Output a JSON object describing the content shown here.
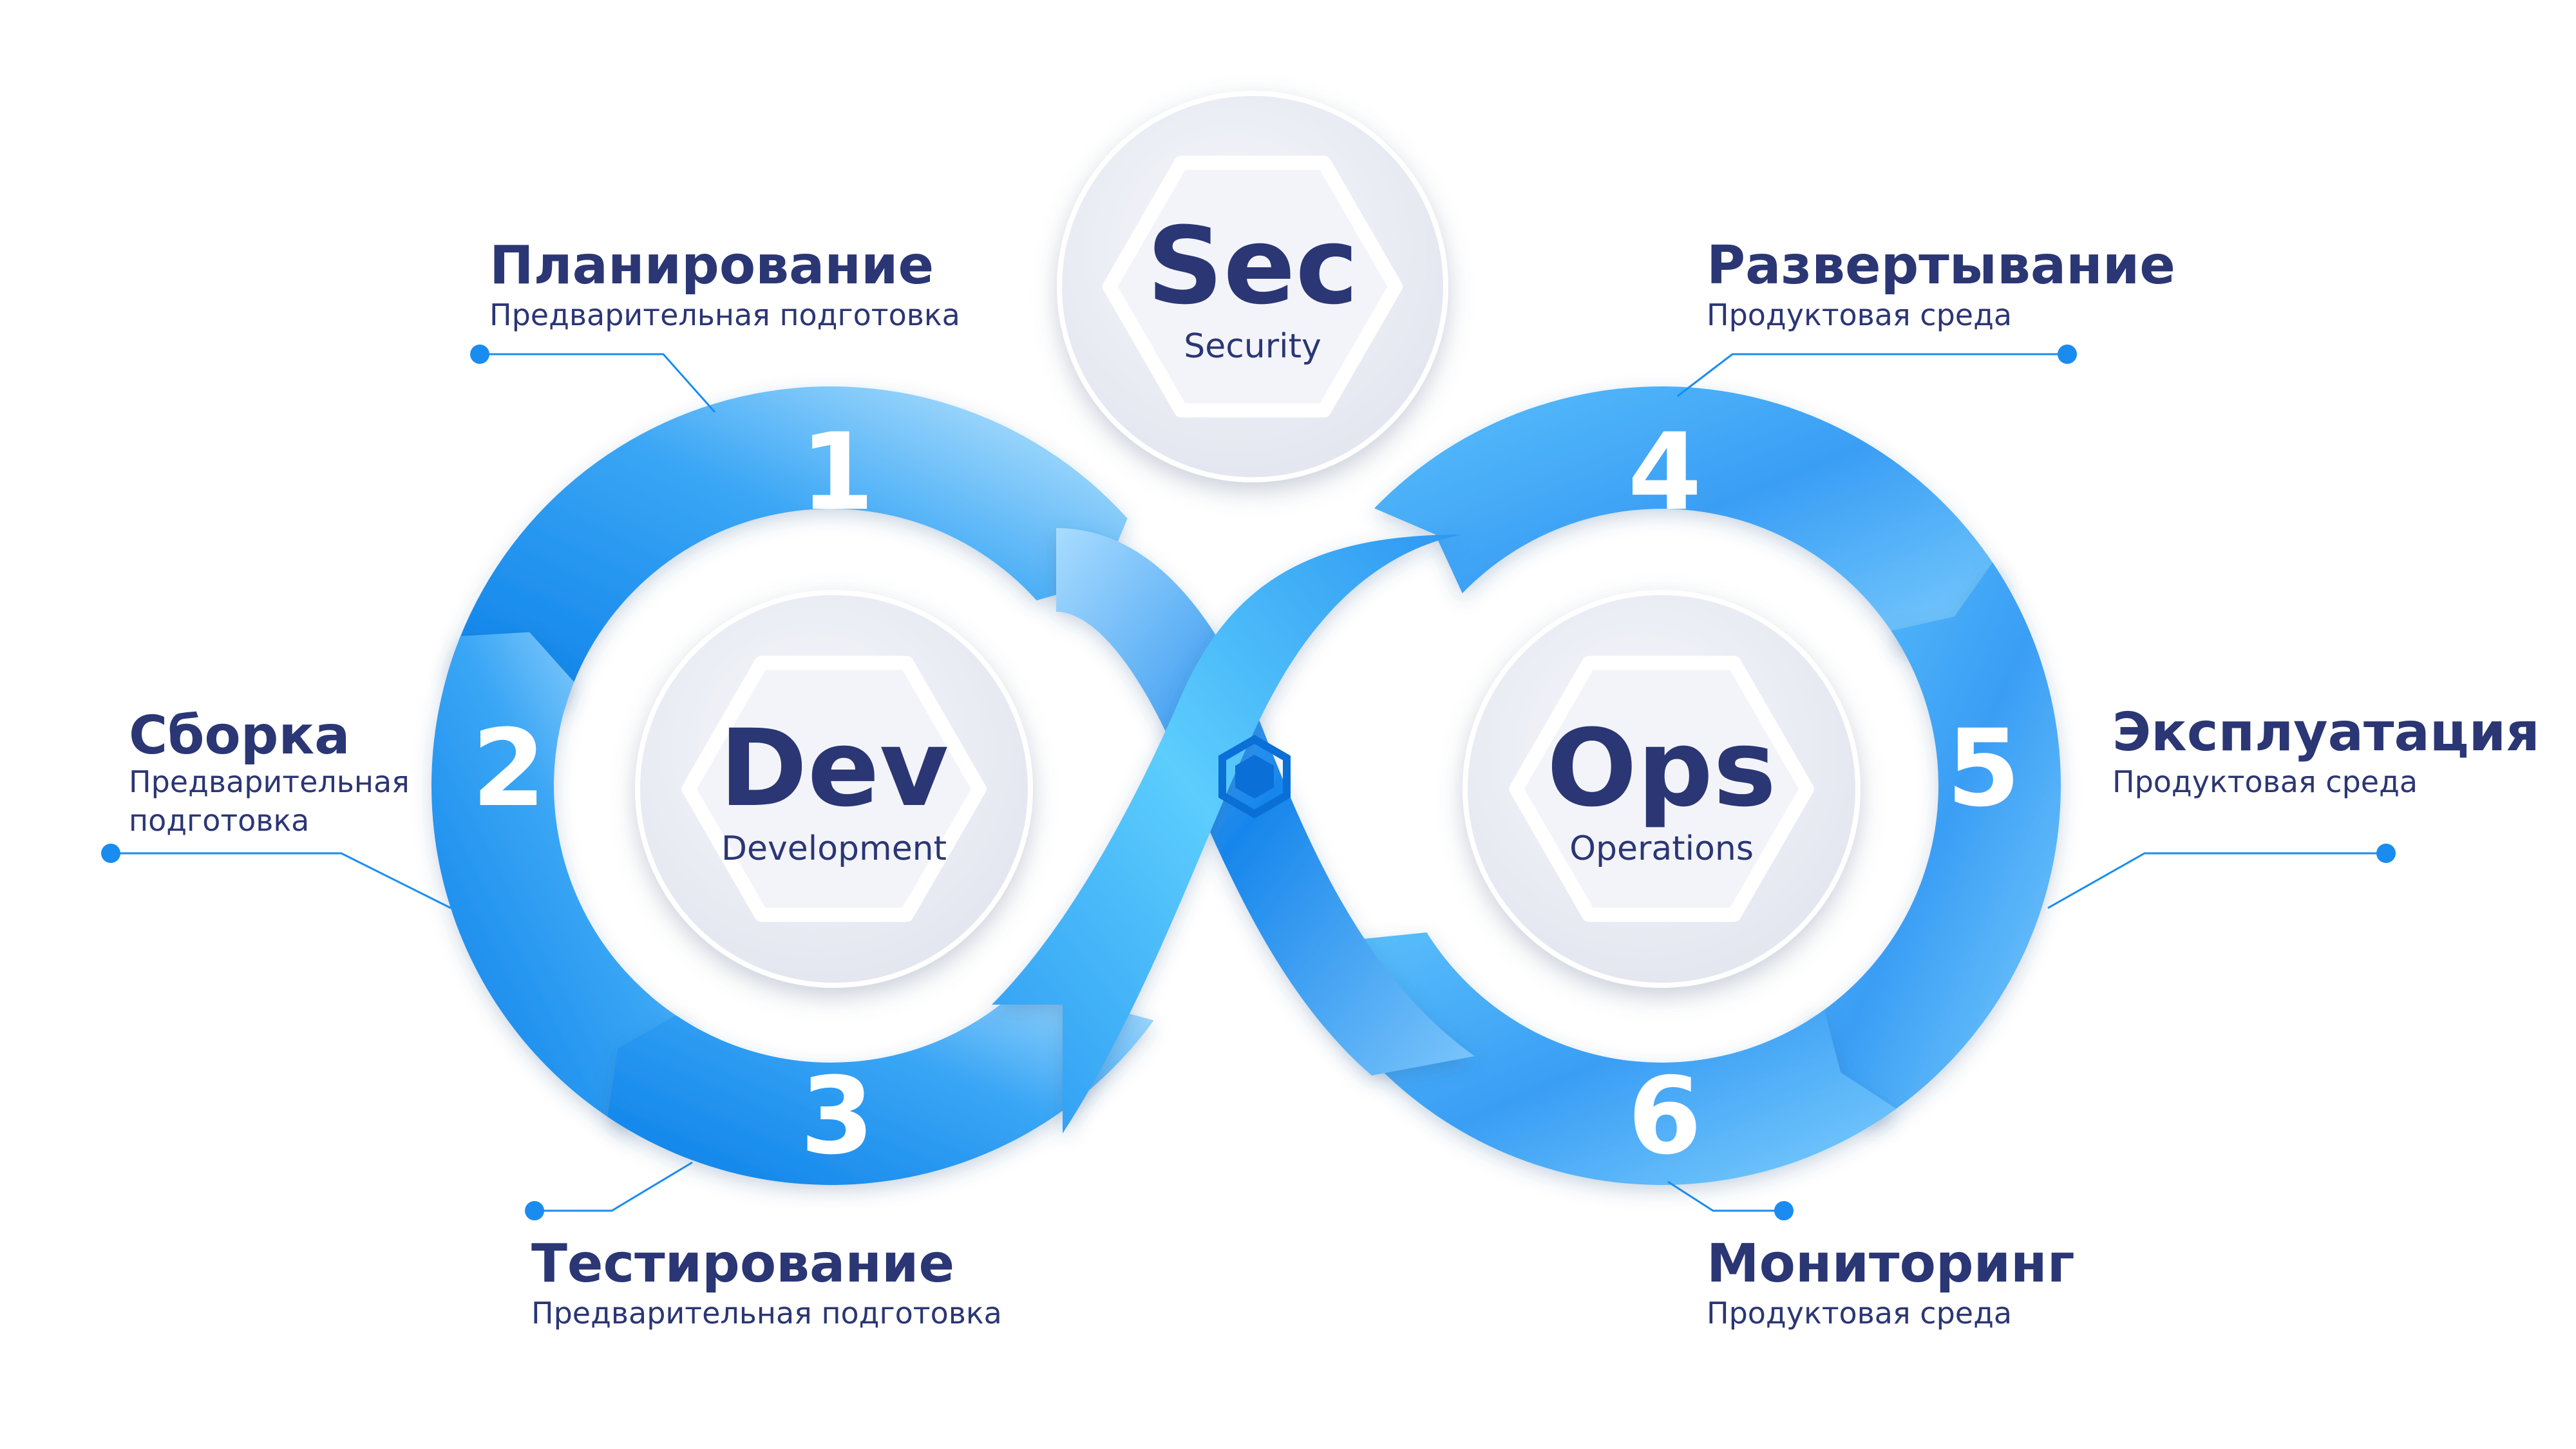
{
  "hubs": {
    "sec": {
      "title": "Sec",
      "subtitle": "Security"
    },
    "dev": {
      "title": "Dev",
      "subtitle": "Development"
    },
    "ops": {
      "title": "Ops",
      "subtitle": "Operations"
    }
  },
  "stages": [
    {
      "number": "1",
      "title": "Планирование",
      "subtitle": "Предварительная подготовка"
    },
    {
      "number": "2",
      "title": "Сборка",
      "subtitle_line1": "Предварительная",
      "subtitle_line2": "подготовка"
    },
    {
      "number": "3",
      "title": "Тестирование",
      "subtitle": "Предварительная подготовка"
    },
    {
      "number": "4",
      "title": "Развертывание",
      "subtitle": "Продуктовая среда"
    },
    {
      "number": "5",
      "title": "Эксплуатация",
      "subtitle": "Продуктовая среда"
    },
    {
      "number": "6",
      "title": "Мониторинг",
      "subtitle": "Продуктовая среда"
    }
  ],
  "colors": {
    "text": "#2b3674",
    "accent": "#1a8cf0",
    "ring_light": "#bfe6ff",
    "ring_mid": "#4fb3f8",
    "ring_dark": "#0a7fe8",
    "hub_fill": "#eef0f6"
  },
  "center_icon": "hexagon-icon"
}
